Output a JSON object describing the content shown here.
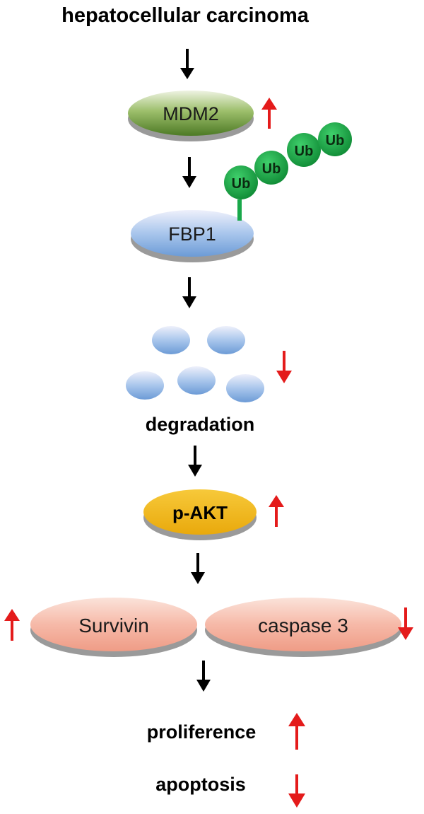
{
  "title": "hepatocellular carcinoma",
  "nodes": {
    "mdm2": {
      "label": "MDM2",
      "change": "up"
    },
    "fbp1": {
      "label": "FBP1"
    },
    "degradation": {
      "label": "degradation",
      "change": "down"
    },
    "pakt": {
      "label": "p-AKT",
      "change": "up"
    },
    "survivin": {
      "label": "Survivin",
      "change": "up"
    },
    "caspase3": {
      "label": "caspase 3",
      "change": "down"
    }
  },
  "ubiquitin": {
    "label": "Ub",
    "count": 4
  },
  "outcomes": [
    {
      "label": "proliference",
      "change": "up"
    },
    {
      "label": "apoptosis",
      "change": "down"
    }
  ],
  "colors": {
    "arrow": "#000000",
    "change_arrow": "#e41b1b",
    "mdm2": "#6f9a3a",
    "fbp1": "#8bb3e0",
    "pakt": "#f2b81c",
    "survivin_caspase": "#f4aa9a",
    "ub": "#19a84a"
  }
}
